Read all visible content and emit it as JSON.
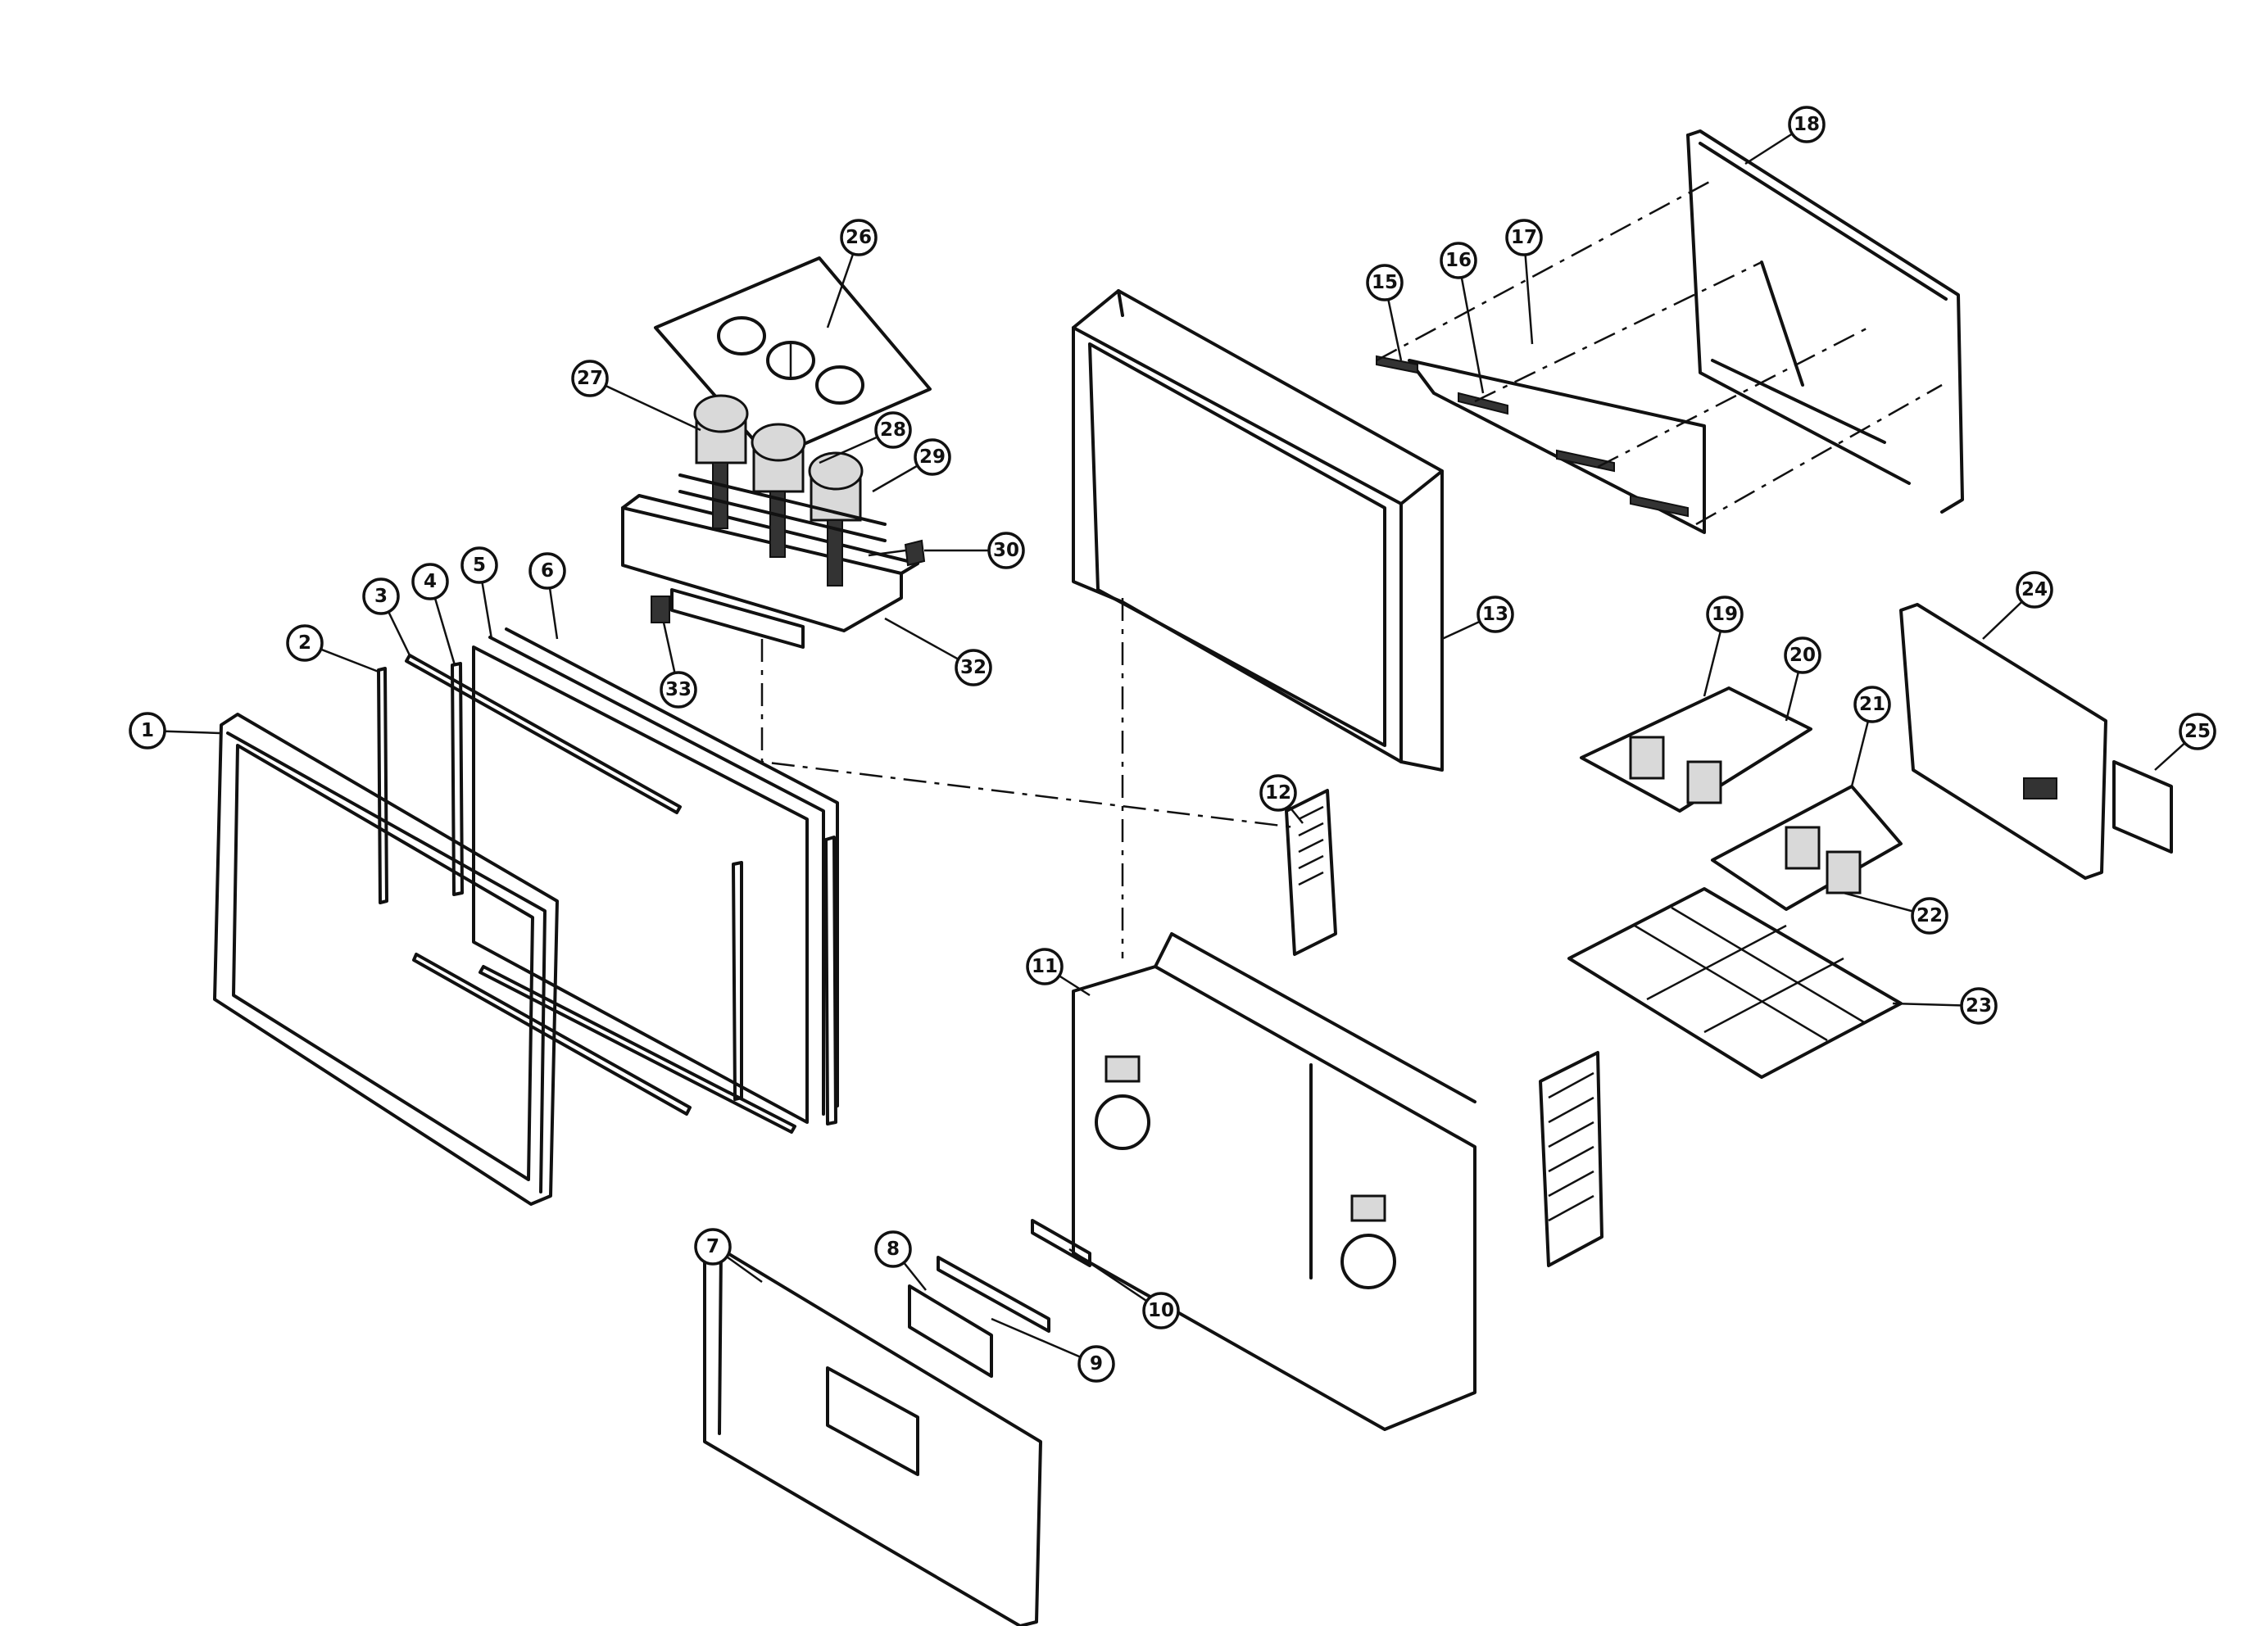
{
  "callouts": [
    {
      "label": "1"
    },
    {
      "label": "2"
    },
    {
      "label": "3"
    },
    {
      "label": "4"
    },
    {
      "label": "5"
    },
    {
      "label": "6"
    },
    {
      "label": "7"
    },
    {
      "label": "8"
    },
    {
      "label": "9"
    },
    {
      "label": "10"
    },
    {
      "label": "11"
    },
    {
      "label": "12"
    },
    {
      "label": "13"
    },
    {
      "label": "15"
    },
    {
      "label": "16"
    },
    {
      "label": "17"
    },
    {
      "label": "18"
    },
    {
      "label": "19"
    },
    {
      "label": "20"
    },
    {
      "label": "21"
    },
    {
      "label": "22"
    },
    {
      "label": "23"
    },
    {
      "label": "24"
    },
    {
      "label": "25"
    },
    {
      "label": "26"
    },
    {
      "label": "27"
    },
    {
      "label": "28"
    },
    {
      "label": "29"
    },
    {
      "label": "30"
    },
    {
      "label": "32"
    },
    {
      "label": "33"
    }
  ]
}
